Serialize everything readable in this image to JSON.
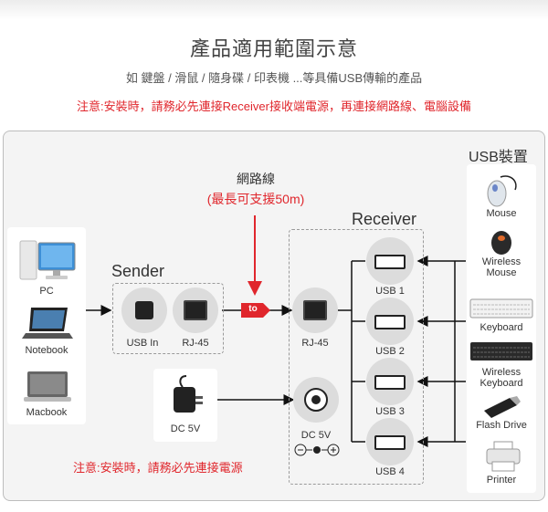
{
  "header": {
    "title": "產品適用範圍示意",
    "subtitle": "如 鍵盤 / 滑鼠 / 隨身碟 / 印表機 ...等具備USB傳輸的產品",
    "warning": "注意:安裝時，請務必先連接Receiver接收端電源，再連接網路線、電腦設備"
  },
  "computers": {
    "items": [
      {
        "label": "PC"
      },
      {
        "label": "Notebook"
      },
      {
        "label": "Macbook"
      }
    ]
  },
  "sender": {
    "title": "Sender",
    "ports": [
      {
        "label": "USB In"
      },
      {
        "label": "RJ-45"
      }
    ]
  },
  "cable": {
    "label": "網路線",
    "note": "(最長可支援50m)",
    "to_badge": "to"
  },
  "receiver": {
    "title": "Receiver",
    "rj45_label": "RJ-45",
    "dc_label": "DC 5V",
    "usb_ports": [
      {
        "label": "USB 1"
      },
      {
        "label": "USB 2"
      },
      {
        "label": "USB 3"
      },
      {
        "label": "USB 4"
      }
    ]
  },
  "power": {
    "adapter_label": "DC 5V"
  },
  "bottom_note": "注意:安裝時，請務必先連接電源",
  "usb_devices": {
    "title": "USB裝置",
    "items": [
      {
        "label": "Mouse"
      },
      {
        "label": "Wireless\nMouse"
      },
      {
        "label": "Keyboard"
      },
      {
        "label": "Wireless\nKeyboard"
      },
      {
        "label": "Flash Drive"
      },
      {
        "label": "Printer"
      }
    ]
  },
  "colors": {
    "accent_red": "#e0262c",
    "panel_bg": "#f4f4f4"
  }
}
